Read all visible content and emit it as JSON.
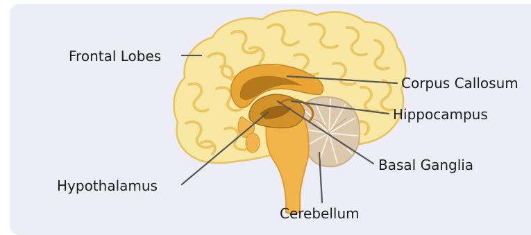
{
  "diagram": {
    "labels": {
      "frontal_lobes": "Frontal Lobes",
      "corpus_callosum": "Corpus Callosum",
      "hippocampus": "Hippocampus",
      "basal_ganglia": "Basal Ganglia",
      "hypothalamus": "Hypothalamus",
      "cerebellum": "Cerebellum"
    },
    "colors": {
      "background_panel": "#ecedf6",
      "cerebrum": "#f8e8a4",
      "gyri_lines": "#ebc763",
      "inner_structures": "#e9a634",
      "inner_dark": "#b5781c",
      "brainstem": "#f1b54c",
      "cerebellum": "#dcc8ac",
      "label_text": "#1c1c1c",
      "leader_lines": "#555555"
    }
  }
}
